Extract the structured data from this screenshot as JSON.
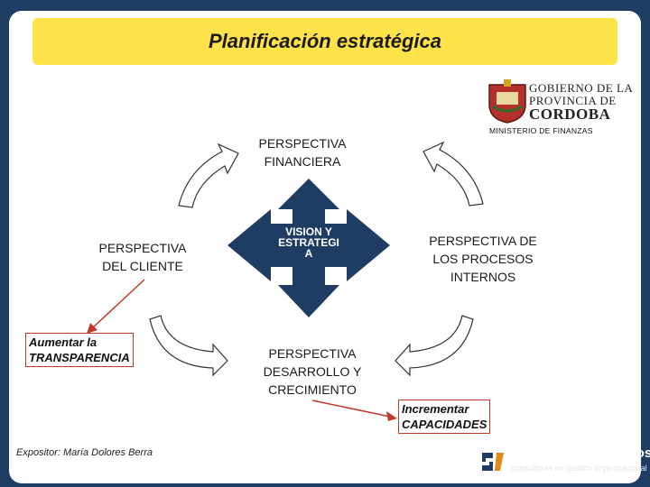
{
  "title": "Planificación estratégica",
  "logo": {
    "line1": "GOBIERNO DE LA",
    "line2": "PROVINCIA DE",
    "line3": "CORDOBA",
    "subtitle": "MINISTERIO DE FINANZAS"
  },
  "diagram": {
    "financiera": [
      "PERSPECTIVA",
      "FINANCIERA"
    ],
    "cliente": [
      "PERSPECTIVA",
      "DEL CLIENTE"
    ],
    "procesos": [
      "PERSPECTIVA DE",
      "LOS PROCESOS",
      "INTERNOS"
    ],
    "desarrollo": [
      "PERSPECTIVA",
      "DESARROLLO Y",
      "CRECIMIENTO"
    ],
    "center": [
      "VISION Y",
      "ESTRATEGI",
      "A"
    ]
  },
  "callouts": {
    "transparencia": [
      "Aumentar la",
      "TRANSPARENCIA"
    ],
    "capacidades": [
      "Incrementar",
      "CAPACIDADES"
    ]
  },
  "footer": {
    "presenter": "Expositor: María Dolores Berra",
    "brand_name": "Scarpatti y Asociados",
    "brand_tagline": "consultores en gestión organizacional"
  },
  "colors": {
    "background": "#1f3d63",
    "title_bar": "#fde24a",
    "center_cross": "#1f3d63",
    "callout_arrow": "#c0392b"
  }
}
